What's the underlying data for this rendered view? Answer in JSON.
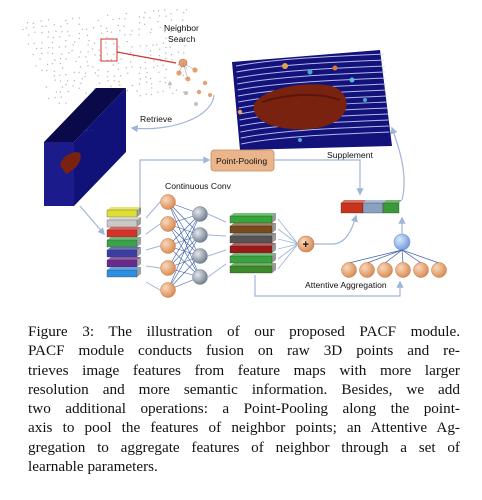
{
  "figure": {
    "labels": {
      "neighbor_search": [
        "Neighbor",
        "Search"
      ],
      "retrieve": "Retrieve",
      "supplement": "Supplement",
      "point_pooling": "Point-Pooling",
      "continuous_conv": "Continuous Conv",
      "attentive_aggregation": "Attentive Aggregation",
      "plus": "+"
    },
    "colors": {
      "node_orange": "#e7a878",
      "node_gray": "#9aa3b0",
      "node_blue": "#8fb2e6",
      "pooling_box": "#eab58a",
      "feature_map": "#1b1b8c",
      "car_red": "#7a2210",
      "arrow": "#9fb6d8"
    },
    "input_features": [
      "#dede34",
      "#c9c9c9",
      "#d6322a",
      "#3aa34a",
      "#3b3ea1",
      "#6a2a8a",
      "#2c8fe0"
    ],
    "conv_features": [
      "#36a53c",
      "#7a4a1c",
      "#555555",
      "#9a1a1a",
      "#3aa340",
      "#3c8a2a"
    ],
    "aggregated_feature": [
      "#c8331c",
      "#8aa0c0",
      "#3a9a3a"
    ]
  },
  "caption": {
    "lines": [
      "Figure 3: The illustration of our proposed PACF module.",
      "PACF module conducts fusion on raw 3D points and re-",
      "trieves image features from feature maps with more larger",
      "resolution and more semantic information. Besides, we add",
      "two additional operations: a Point-Pooling along the point-",
      "axis to pool the features of neighbor points; an Attentive Ag-",
      "gregation to aggregate features of neighbor through a set of",
      "learnable parameters."
    ]
  }
}
